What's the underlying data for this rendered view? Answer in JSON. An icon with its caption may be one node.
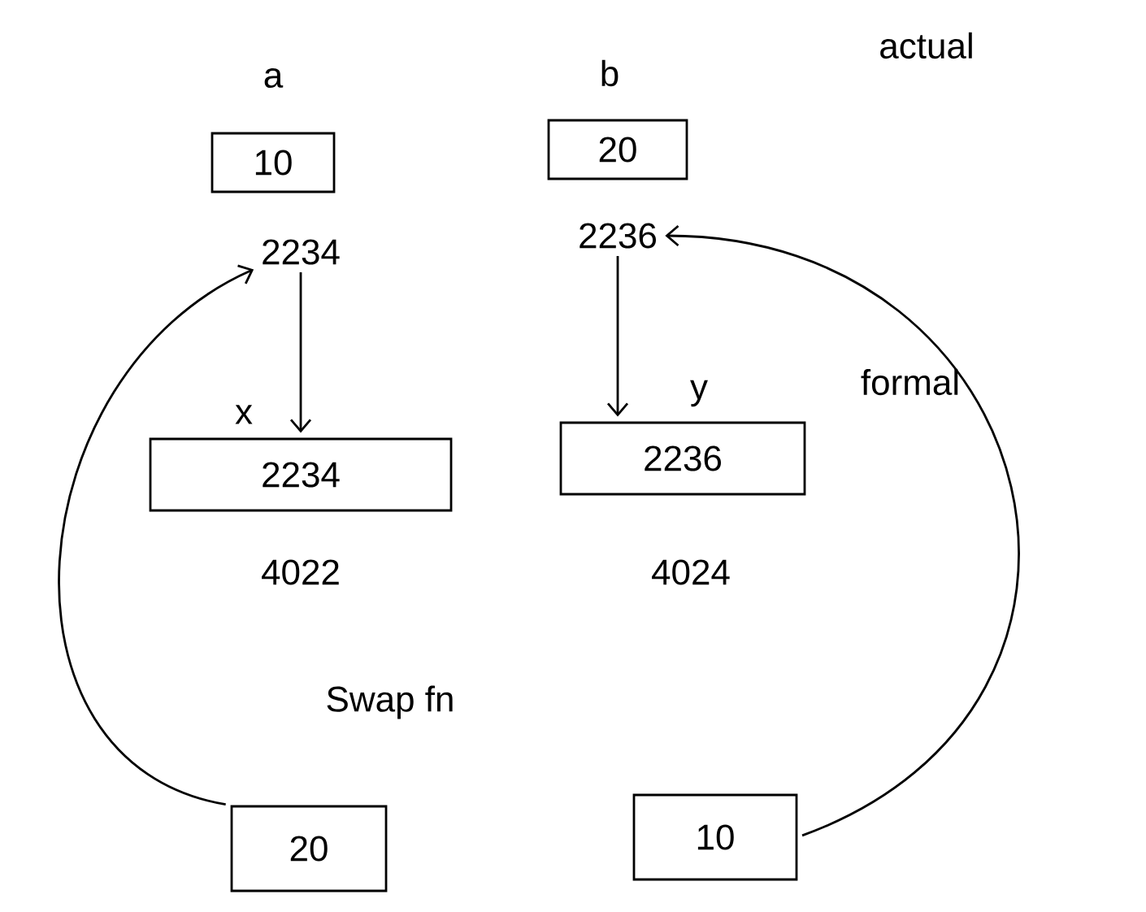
{
  "diagram": {
    "nodes": [
      {
        "text": [
          "a",
          "10"
        ],
        "beside": [
          "2234"
        ]
      },
      {
        "text": [
          "b",
          "20"
        ],
        "beside": [
          "2236"
        ]
      },
      {
        "text": [
          "x",
          "2234"
        ],
        "beside": [
          "4022"
        ]
      },
      {
        "text": [
          "y",
          "2236"
        ],
        "beside": [
          "4024"
        ]
      },
      {
        "text": [
          "20"
        ]
      },
      {
        "text": [
          "10"
        ]
      }
    ],
    "edges": [
      {
        "from": 0,
        "to": 2,
        "arrow": "to"
      },
      {
        "from": 1,
        "to": 3,
        "arrow": "to"
      },
      {
        "from": 4,
        "to": 0,
        "arrow": "to"
      },
      {
        "from": 5,
        "to": 1,
        "arrow": "to"
      }
    ],
    "labels": [
      "actual",
      "formal",
      "Swap fn"
    ]
  }
}
